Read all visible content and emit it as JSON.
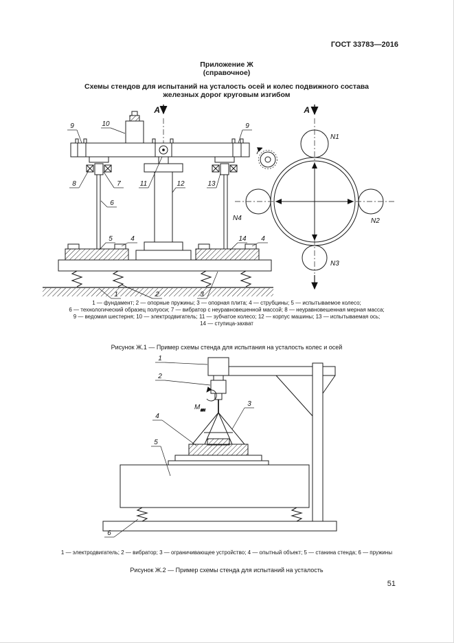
{
  "page": {
    "doc_code": "ГОСТ 33783—2016",
    "page_number": "51"
  },
  "appendix": {
    "heading": "Приложение Ж",
    "subheading": "(справочное)"
  },
  "title": {
    "line1": "Схемы стендов для испытаний на усталость осей и колес подвижного состава",
    "line2": "железных дорог круговым изгибом"
  },
  "figure1": {
    "section_label": "А",
    "callouts": {
      "c1": "1",
      "c2": "2",
      "c3": "3",
      "c4": "4",
      "c5": "5",
      "c6": "6",
      "c7": "7",
      "c8": "8",
      "c9": "9",
      "c10": "10",
      "c11": "11",
      "c12": "12",
      "c13": "13",
      "c14": "14"
    },
    "view": {
      "label": "А",
      "n1": "N1",
      "n2": "N2",
      "n3": "N3",
      "n4": "N4"
    },
    "legend_lines": [
      "1 — фундамент; 2 — опорные пружины; 3 — опорная плита; 4 — струбцины; 5 — испытываемое колесо;",
      "6 — технологический образец полуоси; 7 — вибратор с неуравновешенной массой; 8 — неуравновешенная мерная масса;",
      "9 — ведомая шестерня; 10 — электродвигатель; 11 — зубчатое колесо; 12 — корпус машины; 13 — испытываемая ось;",
      "14 — ступица-захват"
    ],
    "caption": "Рисунок Ж.1 — Пример схемы стенда для испытания на усталость колес и осей"
  },
  "figure2": {
    "callouts": {
      "c1": "1",
      "c2": "2",
      "c3": "3",
      "c4": "4",
      "c5": "5",
      "c6": "6"
    },
    "torque_label": {
      "main": "М",
      "sub": "вн"
    },
    "legend": "1 — электродвигатель; 2 — вибратор; 3 — ограничивающее устройство; 4 — опытный объект; 5 — станина стенда; 6 — пружины",
    "caption": "Рисунок Ж.2 — Пример схемы стенда для испытаний на усталость"
  }
}
